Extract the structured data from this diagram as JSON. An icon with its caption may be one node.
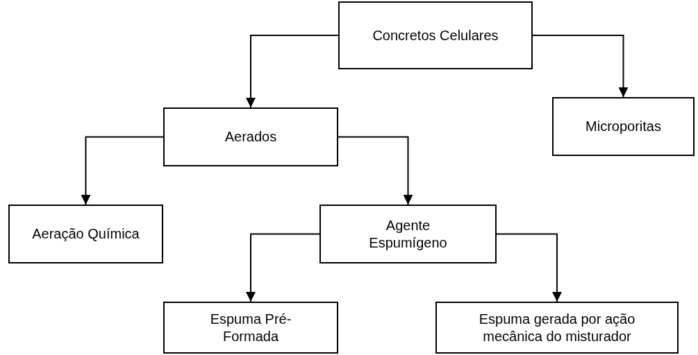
{
  "diagram": {
    "nodes": [
      {
        "text": [
          "Concretos Celulares"
        ]
      },
      {
        "text": [
          "Aerados"
        ]
      },
      {
        "text": [
          "Microporitas"
        ]
      },
      {
        "text": [
          "Aeração Química"
        ]
      },
      {
        "text": [
          "Agente Espumígeno"
        ]
      },
      {
        "text": [
          "Espuma Pré-Formada"
        ]
      },
      {
        "text": [
          "Espuma gerada por ação mecânica do misturador"
        ]
      }
    ],
    "edges": [
      {
        "from": 0,
        "to": 1,
        "arrow": "to"
      },
      {
        "from": 0,
        "to": 2,
        "arrow": "to"
      },
      {
        "from": 1,
        "to": 3,
        "arrow": "to"
      },
      {
        "from": 1,
        "to": 4,
        "arrow": "to"
      },
      {
        "from": 4,
        "to": 5,
        "arrow": "to"
      },
      {
        "from": 4,
        "to": 6,
        "arrow": "to"
      }
    ]
  }
}
